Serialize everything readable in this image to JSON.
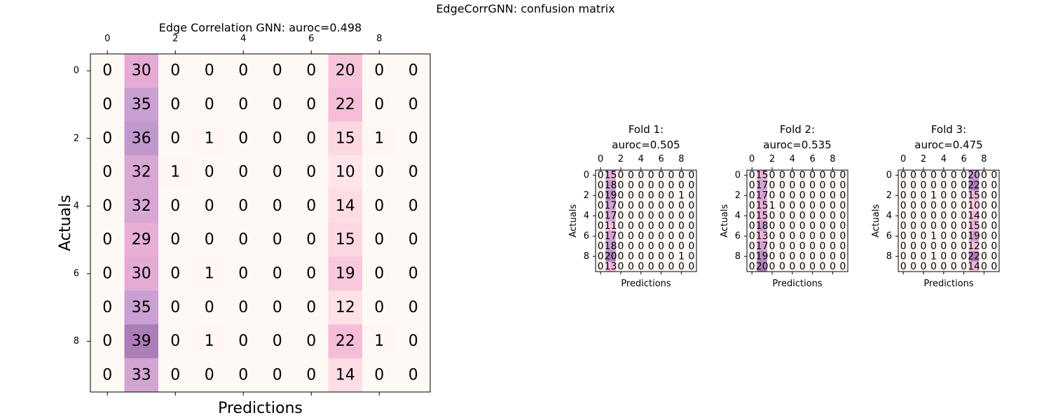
{
  "suptitle": "EdgeCorrGNN: confusion matrix",
  "colormap": {
    "low": "#fff9f5",
    "high": "#ab7eb8",
    "mid": "#f4a0c8"
  },
  "chart_data": [
    {
      "type": "heatmap",
      "title": "Edge Correlation GNN: auroc=0.498",
      "xlabel": "Predictions",
      "ylabel": "Actuals",
      "xticks": [
        "0",
        "2",
        "4",
        "6",
        "8"
      ],
      "yticks": [
        "0",
        "2",
        "4",
        "6",
        "8"
      ],
      "values": [
        [
          0,
          30,
          0,
          0,
          0,
          0,
          0,
          20,
          0,
          0
        ],
        [
          0,
          35,
          0,
          0,
          0,
          0,
          0,
          22,
          0,
          0
        ],
        [
          0,
          36,
          0,
          1,
          0,
          0,
          0,
          15,
          1,
          0
        ],
        [
          0,
          32,
          1,
          0,
          0,
          0,
          0,
          10,
          0,
          0
        ],
        [
          0,
          32,
          0,
          0,
          0,
          0,
          0,
          14,
          0,
          0
        ],
        [
          0,
          29,
          0,
          0,
          0,
          0,
          0,
          15,
          0,
          0
        ],
        [
          0,
          30,
          0,
          1,
          0,
          0,
          0,
          19,
          0,
          0
        ],
        [
          0,
          35,
          0,
          0,
          0,
          0,
          0,
          12,
          0,
          0
        ],
        [
          0,
          39,
          0,
          1,
          0,
          0,
          0,
          22,
          1,
          0
        ],
        [
          0,
          33,
          0,
          0,
          0,
          0,
          0,
          14,
          0,
          0
        ]
      ]
    },
    {
      "type": "heatmap",
      "title": [
        "Fold 1:",
        "auroc=0.505"
      ],
      "xlabel": "Predictions",
      "ylabel": "Actuals",
      "xticks": [
        "0",
        "2",
        "4",
        "6",
        "8"
      ],
      "yticks": [
        "0",
        "2",
        "4",
        "6",
        "8"
      ],
      "values": [
        [
          0,
          15,
          0,
          0,
          0,
          0,
          0,
          0,
          0,
          0
        ],
        [
          0,
          18,
          0,
          0,
          0,
          0,
          0,
          0,
          0,
          0
        ],
        [
          0,
          19,
          0,
          0,
          0,
          0,
          0,
          0,
          1,
          0
        ],
        [
          0,
          17,
          0,
          0,
          0,
          0,
          0,
          0,
          0,
          0
        ],
        [
          0,
          17,
          0,
          0,
          0,
          0,
          0,
          0,
          0,
          0
        ],
        [
          0,
          11,
          0,
          0,
          0,
          0,
          0,
          0,
          0,
          0
        ],
        [
          0,
          17,
          0,
          0,
          0,
          0,
          0,
          0,
          0,
          0
        ],
        [
          0,
          18,
          0,
          0,
          0,
          0,
          0,
          0,
          0,
          0
        ],
        [
          0,
          20,
          0,
          0,
          0,
          0,
          0,
          0,
          1,
          0
        ],
        [
          0,
          13,
          0,
          0,
          0,
          0,
          0,
          0,
          0,
          0
        ]
      ]
    },
    {
      "type": "heatmap",
      "title": [
        "Fold 2:",
        "auroc=0.535"
      ],
      "xlabel": "Predictions",
      "ylabel": "Actuals",
      "xticks": [
        "0",
        "2",
        "4",
        "6",
        "8"
      ],
      "yticks": [
        "0",
        "2",
        "4",
        "6",
        "8"
      ],
      "values": [
        [
          0,
          15,
          0,
          0,
          0,
          0,
          0,
          0,
          0,
          0
        ],
        [
          0,
          17,
          0,
          0,
          0,
          0,
          0,
          0,
          0,
          0
        ],
        [
          0,
          17,
          0,
          0,
          0,
          0,
          0,
          0,
          0,
          0
        ],
        [
          0,
          15,
          1,
          0,
          0,
          0,
          0,
          0,
          0,
          0
        ],
        [
          0,
          15,
          0,
          0,
          0,
          0,
          0,
          0,
          0,
          0
        ],
        [
          0,
          18,
          0,
          0,
          0,
          0,
          0,
          0,
          0,
          0
        ],
        [
          0,
          13,
          0,
          0,
          0,
          0,
          0,
          0,
          0,
          0
        ],
        [
          0,
          17,
          0,
          0,
          0,
          0,
          0,
          0,
          0,
          0
        ],
        [
          0,
          19,
          0,
          0,
          0,
          0,
          0,
          0,
          0,
          0
        ],
        [
          0,
          20,
          0,
          0,
          0,
          0,
          0,
          0,
          0,
          0
        ]
      ]
    },
    {
      "type": "heatmap",
      "title": [
        "Fold 3:",
        "auroc=0.475"
      ],
      "xlabel": "Predictions",
      "ylabel": "Actuals",
      "xticks": [
        "0",
        "2",
        "4",
        "6",
        "8"
      ],
      "yticks": [
        "0",
        "2",
        "4",
        "6",
        "8"
      ],
      "values": [
        [
          0,
          0,
          0,
          0,
          0,
          0,
          0,
          20,
          0,
          0
        ],
        [
          0,
          0,
          0,
          0,
          0,
          0,
          0,
          22,
          0,
          0
        ],
        [
          0,
          0,
          0,
          1,
          0,
          0,
          0,
          15,
          0,
          0
        ],
        [
          0,
          0,
          0,
          0,
          0,
          0,
          0,
          10,
          0,
          0
        ],
        [
          0,
          0,
          0,
          0,
          0,
          0,
          0,
          14,
          0,
          0
        ],
        [
          0,
          0,
          0,
          0,
          0,
          0,
          0,
          15,
          0,
          0
        ],
        [
          0,
          0,
          0,
          1,
          0,
          0,
          0,
          19,
          0,
          0
        ],
        [
          0,
          0,
          0,
          0,
          0,
          0,
          0,
          12,
          0,
          0
        ],
        [
          0,
          0,
          0,
          1,
          0,
          0,
          0,
          22,
          0,
          0
        ],
        [
          0,
          0,
          0,
          0,
          0,
          0,
          0,
          14,
          0,
          0
        ]
      ]
    }
  ]
}
